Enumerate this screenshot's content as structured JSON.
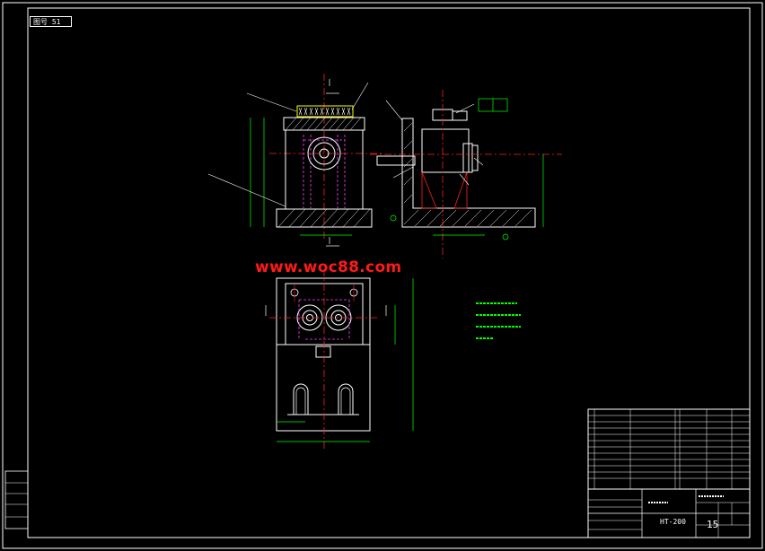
{
  "sheet": {
    "background": "#000000",
    "line_color": "#ffffff",
    "center_line_color": "#ff2020",
    "hidden_line_color": "#ff3cff",
    "dimension_color": "#00ff00",
    "body_color": "#ffff00"
  },
  "badge": {
    "label": "图号 51"
  },
  "watermark": {
    "text": "www.woc88.com",
    "color": "#ff1a1a"
  },
  "title_block": {
    "drawing_number": "HT-200",
    "scale": "15"
  }
}
